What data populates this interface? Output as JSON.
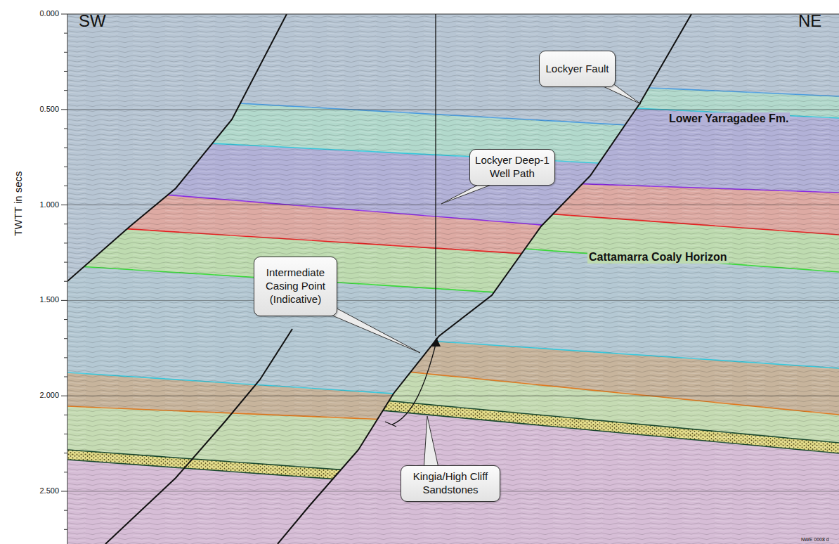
{
  "diagram": {
    "nodes": [
      {
        "text": [
          "Lockyer Fault"
        ]
      },
      {
        "text": [
          "Lockyer Deep-1 Well Path"
        ]
      },
      {
        "text": [
          "Intermediate Casing Point (Indicative)"
        ]
      },
      {
        "text": [
          "Kingia/High Cliff Sandstones"
        ]
      }
    ],
    "labels": [
      "SW",
      "NE",
      "Lower Yarragadee Fm.",
      "TWTT in secs",
      "Cattamarra Coaly Horizon",
      "0.000",
      "0.500",
      "1.000",
      "1.500",
      "2.000",
      "2.500",
      "NWE 0008 d"
    ]
  }
}
